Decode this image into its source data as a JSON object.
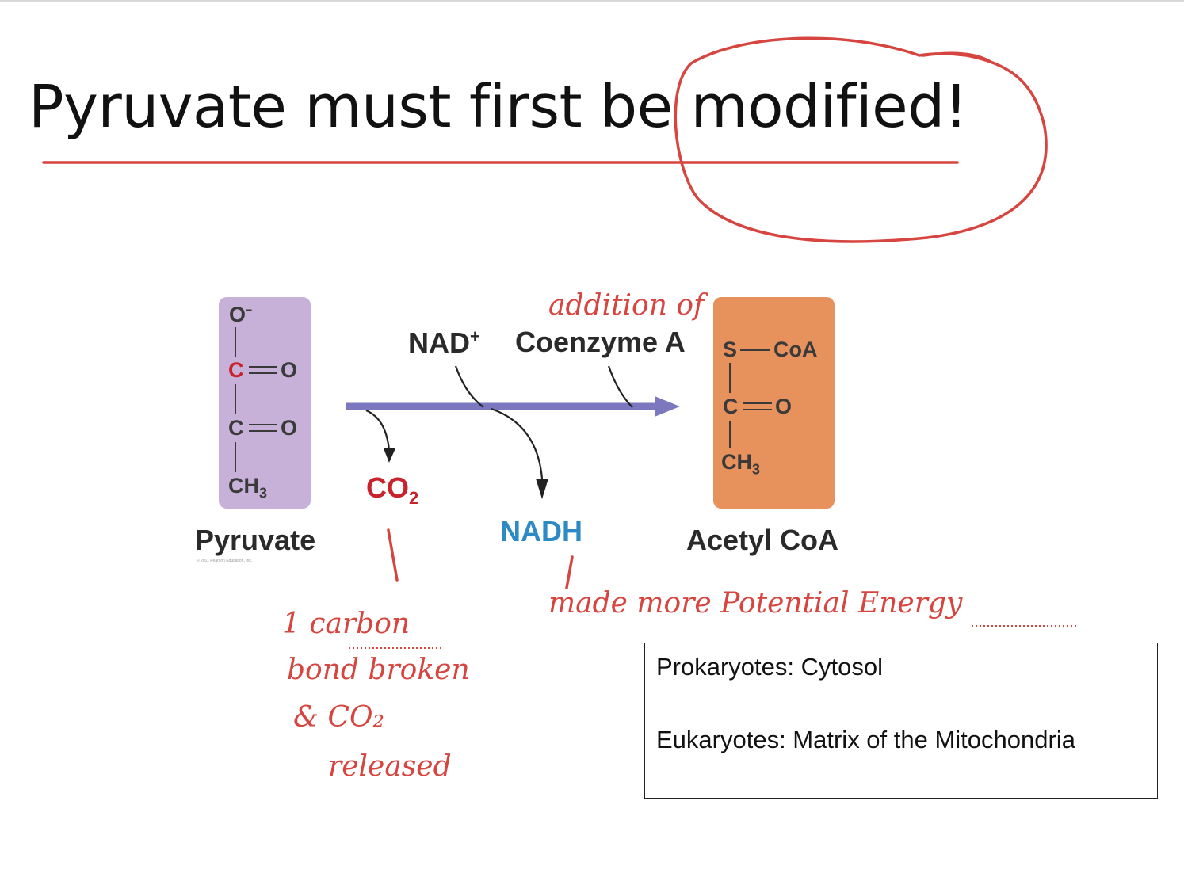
{
  "slide": {
    "title": "Pyruvate must first be modified!"
  },
  "diagram": {
    "pyruvate": {
      "atoms": {
        "o_minus": "O",
        "minus": "−",
        "c1": "C",
        "o1": "O",
        "c2": "C",
        "o2": "O",
        "ch3_c": "CH",
        "ch3_sub": "3"
      },
      "label": "Pyruvate",
      "credit": "© 2011 Pearson Education, Inc."
    },
    "acetyl_coa": {
      "atoms": {
        "s": "S",
        "coa": "CoA",
        "c": "C",
        "o": "O",
        "ch3_c": "CH",
        "ch3_sub": "3"
      },
      "label": "Acetyl CoA"
    },
    "inputs": {
      "nad": "NAD",
      "nad_sup": "+",
      "coenzyme_a": "Coenzyme A"
    },
    "outputs": {
      "co2": "CO",
      "co2_sub": "2",
      "nadh": "NADH"
    },
    "colors": {
      "pyruvate_box": "#c8b1d9",
      "acetyl_coa_box": "#e7915d",
      "arrow": "#7b78c0",
      "carbon_red": "#c8222c",
      "nadh_blue": "#2d8ac4"
    }
  },
  "annotations": {
    "addition_of": "addition of",
    "carbon_line1": "1  carbon",
    "carbon_line2": "bond broken",
    "carbon_line3": "& CO₂",
    "carbon_line4": "released",
    "made_more": "made   more  Potential   Energy",
    "ink_color": "#d6453f"
  },
  "location_box": {
    "prokaryotes": "Prokaryotes: Cytosol",
    "eukaryotes": "Eukaryotes: Matrix of the Mitochondria"
  }
}
